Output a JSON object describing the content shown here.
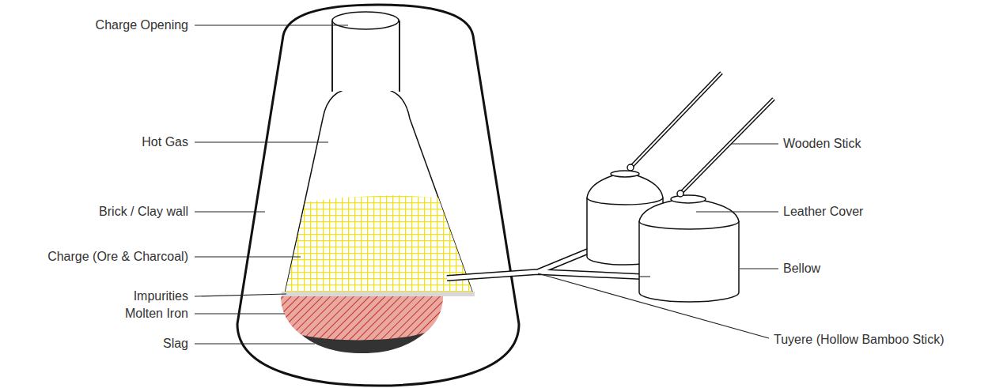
{
  "diagram": {
    "labels": [
      "Charge Opening",
      "Hot Gas",
      "Brick / Clay wall",
      "Charge (Ore & Charcoal)",
      "Impurities",
      "Molten Iron",
      "Slag",
      "Wooden Stick",
      "Leather Cover",
      "Bellow",
      "Tuyere (Hollow Bamboo Stick)"
    ]
  }
}
